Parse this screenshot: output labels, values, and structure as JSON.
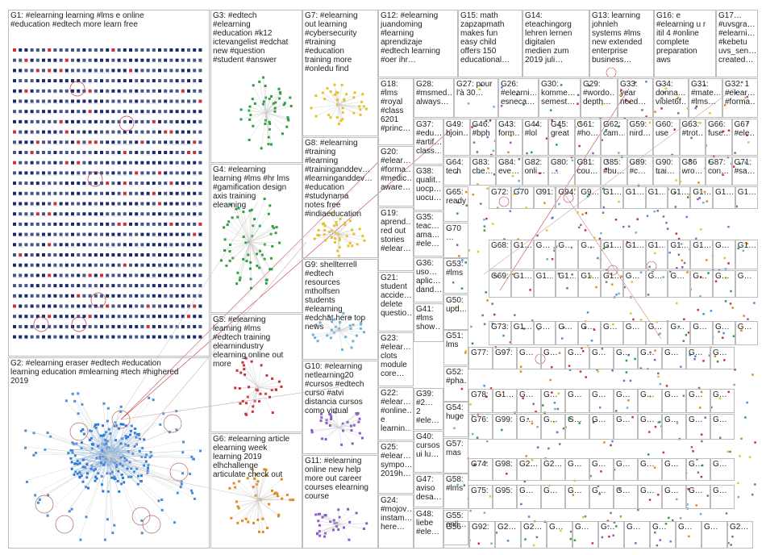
{
  "groups": [
    {
      "id": "G1",
      "label": "G1: #elearning learning #lms e online\n#education #edtech more learn free"
    },
    {
      "id": "G2",
      "label": "G2: #elearning eraser #edtech #education\nlearning education #mlearning #tech #highered\n2019"
    },
    {
      "id": "G3",
      "label": "G3: #edtech\n#elearning\n#education #k12\nictevangelist #edchat\nnew #question\n#student #answer"
    },
    {
      "id": "G4",
      "label": "G4: #elearning\nlearning #lms #hr lms\n#gamification design\naxis training\nelearning"
    },
    {
      "id": "G5",
      "label": "G5: #elearning\nlearning #lms\n#edtech training\nelearnindustry\nelearning online out\nmore"
    },
    {
      "id": "G6",
      "label": "G6: #elearning article\nelearning week\nlearning 2019\nelhchallenge\narticulate check out"
    },
    {
      "id": "G7",
      "label": "G7: #elearning\nout learning\n#cybersecurity\n#training\n#education\ntraining more\n#onledu find"
    },
    {
      "id": "G8",
      "label": "G8: #elearning\n#training\n#learning\n#traininganddev…\n#learninganddev…\n#education\n#studynama\nnotes free\n#indiaeducation"
    },
    {
      "id": "G9",
      "label": "G9: shellterrell\n#edtech\nresources\nmtholfsen\nstudents\n#elearning\n#edchat here top\nnews"
    },
    {
      "id": "G10",
      "label": "G10: #elearning\nnetlearning20\n#cursos #edtech\ncurso #atvi\ndistancia cursos\ncomo virtual"
    },
    {
      "id": "G11",
      "label": "G11: #elearning\nonline new help\nmore out career\ncourses elearning\ncourse"
    },
    {
      "id": "G12",
      "label": "G12: #elearning\njuandoming\n#learning\naprendizaje\n#edtech learning\n#oer ihr…"
    },
    {
      "id": "G15",
      "label": "G15: math\nzapzapmath\nmakes fun\neasy child\noffers 150\neducational…"
    },
    {
      "id": "G14",
      "label": "G14:\neteachingorg\nlehren lernen\ndigitalen\nmedien zum\n2019 juli…"
    },
    {
      "id": "G13",
      "label": "G13: learning\njohnleh\nsystems #lms\nnew extended\nenterprise\nbusiness…"
    },
    {
      "id": "G16",
      "label": "G16: e\n#elearning u r\nitil 4 #online\ncomplete\npreparation\naws"
    },
    {
      "id": "G17",
      "label": "G17…\n#uvsgra…\n#elearni…\n#kebetu\nuvs_sen…\ncreated…"
    },
    {
      "id": "G18",
      "label": "G18:\n#lms\n#royal\n#class\n6201\n#princ…"
    },
    {
      "id": "G28",
      "label": "G28:\n#msmed…\nalways…"
    },
    {
      "id": "G27",
      "label": "G27: pour\nl'à 30…"
    },
    {
      "id": "G26",
      "label": "G26:\n#elearni…\nesneca…"
    },
    {
      "id": "G30",
      "label": "G30:\nkomme…\nsemest…"
    },
    {
      "id": "G29",
      "label": "G29:\n#wordo…\ndepth…"
    },
    {
      "id": "G33",
      "label": "G33:\nyear\nneed…"
    },
    {
      "id": "G34",
      "label": "G34:\ndonna…\nviolet6f…"
    },
    {
      "id": "G31",
      "label": "G31:\n#mate…\n#lms…"
    },
    {
      "id": "G32",
      "label": "G32: 1\n#elear…\n#forma…"
    },
    {
      "id": "G20",
      "label": "G20:\n#elear…\n#forma…\n#medic…\naware…"
    },
    {
      "id": "G19",
      "label": "G19:\naprend…\nred out\nstories\n#elear…"
    },
    {
      "id": "G21",
      "label": "G21:\nstudent\naccide…\ndelete\nquestio…"
    },
    {
      "id": "G23",
      "label": "G23:\n#elear…\nclots\nmodule\ncore…"
    },
    {
      "id": "G22",
      "label": "G22:\n#elear…\n#online…\ne\nlearnin…"
    },
    {
      "id": "G25",
      "label": "G25:\n#elear…\nsympo…\n2019h…"
    },
    {
      "id": "G24",
      "label": "G24:\n#mojov…\ninstam…\nhere…"
    },
    {
      "id": "G37",
      "label": "G37:\n#edu…\n#artif…\nclass…"
    },
    {
      "id": "G38",
      "label": "G38:\nqualit…\nuocp…\nuocu…"
    },
    {
      "id": "G35",
      "label": "G35:\nteac…\nama…\n#ele…"
    },
    {
      "id": "G36",
      "label": "G36:\nuso…\naplic…\ndand…"
    },
    {
      "id": "G41",
      "label": "G41:\n#lms\nshow…"
    },
    {
      "id": "G39",
      "label": "G39:\n#2…\n2\n#ele…"
    },
    {
      "id": "G40",
      "label": "G40:\ncursos\nui lu…"
    },
    {
      "id": "G47",
      "label": "G47:\naviso\ndesa…"
    },
    {
      "id": "G48",
      "label": "G48:\nliebe\n#ele…"
    }
  ],
  "small_labels": {
    "row1": [
      "G49:",
      "G46:",
      "G43:",
      "G44:",
      "G45:",
      "G61:",
      "G62:",
      "G59:",
      "G60:",
      "G63:",
      "G66:",
      "G67"
    ],
    "row1_text": [
      "bjoin…",
      "#bph",
      "form…",
      "#lol",
      "great",
      "#ho…",
      "cam…",
      "nird…",
      "use",
      "#trot…",
      "fuse…",
      "#ele…"
    ],
    "row2": [
      "G64:",
      "G83:",
      "G84:",
      "G82:",
      "G80:",
      "G81:",
      "G85:",
      "G89:",
      "G90:",
      "G86",
      "G87:",
      "G71:"
    ],
    "row2_text": [
      "tech",
      "che…",
      "eve…",
      "onli…",
      "…",
      "cou…",
      "#bu…",
      "#c…",
      "trai…",
      "wro…",
      "con…",
      "#sa…"
    ],
    "row3": [
      "G72:",
      "G70",
      "G91:",
      "G94:",
      "G9…",
      "G1…",
      "G1…",
      "G1…",
      "G1…",
      "G1…",
      "G1…",
      "G1…"
    ],
    "row4": [
      "G68:",
      "G1…",
      "G…",
      "G…",
      "G…",
      "G1…",
      "G1…",
      "G1…",
      "G1…",
      "G1…",
      "G…",
      "G1…"
    ],
    "row5": [
      "G69:",
      "G1…",
      "G1…",
      "G1…",
      "G1…",
      "G1…",
      "G…",
      "G…",
      "G…",
      "G…",
      "G…",
      "G…"
    ],
    "row6": [
      "G73:",
      "G1…",
      "G…",
      "G…",
      "G…",
      "G…",
      "G…",
      "G…",
      "G…",
      "G…",
      "G…",
      "G…"
    ],
    "row7": [
      "G77:",
      "G97:",
      "G…",
      "G…",
      "G…",
      "G…",
      "G…",
      "G…",
      "G…",
      "G…",
      "G…",
      "G…"
    ],
    "row8": [
      "G78:",
      "G1…",
      "G…",
      "G…",
      "G…",
      "G…",
      "G…",
      "G…",
      "G…",
      "G…",
      "G…",
      "G2…"
    ],
    "row9": [
      "G76:",
      "G99:",
      "G…",
      "G…",
      "G…",
      "G…",
      "G…",
      "G…",
      "G…",
      "G…",
      "G…",
      "G2…"
    ],
    "row10": [
      "G74:",
      "G98:",
      "G2…",
      "G2…",
      "G…",
      "G…",
      "G…",
      "G…",
      "G…",
      "G…",
      "G…",
      "G2…"
    ],
    "row11": [
      "G75:",
      "G95:",
      "G…",
      "G…",
      "G…",
      "G…",
      "G…",
      "G…",
      "G…",
      "G…",
      "G…",
      "G2…"
    ],
    "row12": [
      "G56",
      "G92:",
      "G2…",
      "G2…",
      "G…",
      "G…",
      "G…",
      "G…",
      "G…",
      "G…",
      "G…",
      "G2…"
    ],
    "col_mid": [
      "G65:",
      "G70",
      "G53:",
      "G50:",
      "G51:",
      "G52:",
      "G54:",
      "G57:",
      "G58:",
      "G55:"
    ],
    "col_mid_text": [
      "ready",
      "…",
      "#lms",
      "upd…",
      "lms",
      "#pha…",
      "huge",
      "mas",
      "#lms",
      "onli…"
    ]
  },
  "colors": {
    "node_dark": "#1a2a6c",
    "node_blue": "#2b7bd6",
    "node_green": "#2e9e3e",
    "node_orange": "#e08a1e",
    "node_yellow": "#e6c229",
    "node_purple": "#8b5cc7",
    "node_red": "#c8323a",
    "edge_gray": "#b0b0b0",
    "edge_red": "#c0404a",
    "box_border": "#bdbdbd"
  }
}
